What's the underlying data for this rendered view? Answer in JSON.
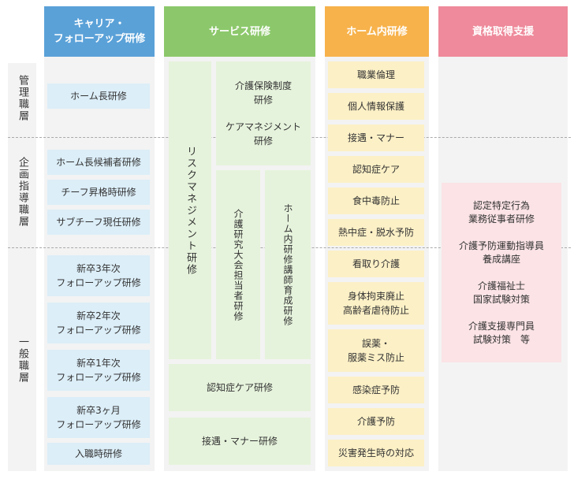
{
  "colors": {
    "career": "#5aa1d8",
    "service": "#8cc86b",
    "home": "#f7b24b",
    "qualification": "#ee8a9b"
  },
  "headers": {
    "career": "キャリア・\nフォローアップ研修",
    "service": "サービス研修",
    "home": "ホーム内研修",
    "qualification": "資格取得支援"
  },
  "levels": {
    "management": "管理職層",
    "planning": "企画指導職層",
    "general": "一般職層"
  },
  "career_items": [
    "ホーム長研修",
    "ホーム長候補者研修",
    "チーフ昇格時研修",
    "サブチーフ現任研修",
    "新卒3年次\nフォローアップ研修",
    "新卒2年次\nフォローアップ研修",
    "新卒1年次\nフォローアップ研修",
    "新卒3ヶ月\nフォローアップ研修",
    "入職時研修"
  ],
  "service": {
    "risk": "リスクマネジメント研修",
    "insurance": "介護保険制度\n研修",
    "caremanagement": "ケアマネジメント\n研修",
    "research": "介護研究大会担当者研修",
    "instructor": "ホーム内研修講師育成研修",
    "dementia": "認知症ケア研修",
    "manners": "接遇・マナー研修"
  },
  "home_items": [
    "職業倫理",
    "個人情報保護",
    "接遇・マナー",
    "認知症ケア",
    "食中毒防止",
    "熱中症・脱水予防",
    "看取り介護",
    "身体拘束廃止\n高齢者虐待防止",
    "誤薬・\n服薬ミス防止",
    "感染症予防",
    "介護予防",
    "災害発生時の対応"
  ],
  "qualification_text": "認定特定行為\n業務従事者研修\n\n介護予防運動指導員\n養成講座\n\n介護福祉士\n国家試験対策\n\n介護支援専門員\n試験対策　等"
}
